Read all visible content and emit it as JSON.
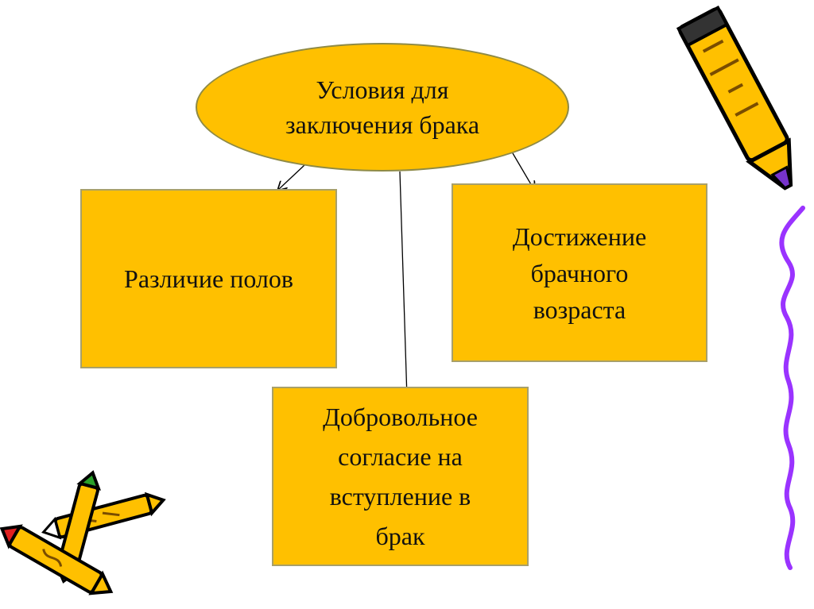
{
  "diagram": {
    "center": {
      "lines": [
        "Условия для",
        "заключения брака"
      ]
    },
    "boxes": {
      "left": {
        "text": "Различие полов"
      },
      "right": {
        "lines": [
          "Достижение",
          "брачного",
          "возраста"
        ]
      },
      "bottom": {
        "lines": [
          "Добровольное",
          "согласие на",
          "вступление в",
          "брак"
        ]
      }
    }
  },
  "colors": {
    "fill": "#FFC000",
    "border": "#a8a06a",
    "arrow": "#000000",
    "squiggle": "#9A33FF"
  },
  "decorations": [
    "pencil-icon",
    "crossed-pencils-icon",
    "squiggle-line"
  ]
}
